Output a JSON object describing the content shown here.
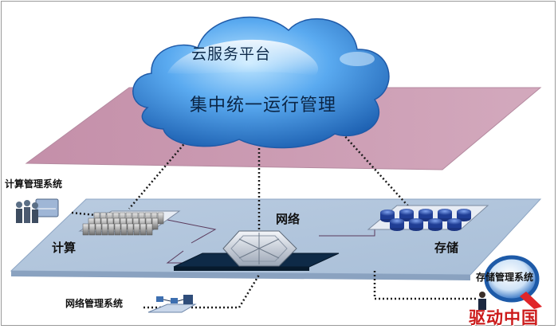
{
  "cloud": {
    "title": "云服务平台",
    "subtitle": "集中统一运行管理"
  },
  "compute": {
    "label": "计算",
    "management_label": "计算管理系统"
  },
  "network": {
    "label": "网络",
    "management_label": "网络管理系统"
  },
  "storage": {
    "label": "存储",
    "management_label": "存储管理系统"
  },
  "watermark": {
    "text": "驱动中国"
  },
  "colors": {
    "top_plane": "#c99ab0",
    "bottom_plane": "#b4c8e0",
    "cloud": "#3f8fd8",
    "connector": "#1a1a1a",
    "switch_base": "#0e2a47",
    "storage_disk": "#2a4fb0",
    "logo": "#cc1a1a"
  },
  "icons": {
    "compute": "server-rack-icon",
    "network": "network-switch-icon",
    "storage": "disk-array-icon",
    "compute_admins": "people-icon",
    "network_admin": "network-topology-icon",
    "storage_admin": "person-icon",
    "logo": "q-logo-icon"
  }
}
